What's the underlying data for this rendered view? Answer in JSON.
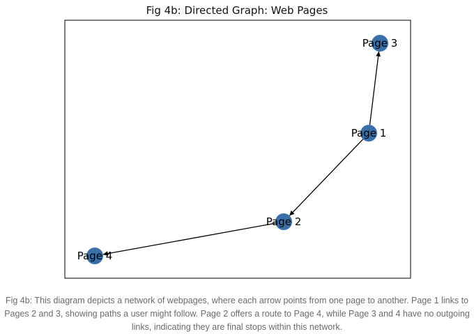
{
  "figure": {
    "title": "Fig 4b: Directed Graph: Web Pages",
    "caption": "Fig 4b: This diagram depicts a network of webpages, where each arrow points from one page to another. Page 1 links to Pages 2 and 3, showing paths a user might follow. Page 2 offers a route to Page 4, while Page 3 and 4 have no outgoing links, indicating they are final stops within this network."
  },
  "graph": {
    "directed": true,
    "node_color": "#3a6fa8",
    "edge_color": "#000000",
    "nodes": [
      {
        "id": "page1",
        "label": "Page 1"
      },
      {
        "id": "page2",
        "label": "Page 2"
      },
      {
        "id": "page3",
        "label": "Page 3"
      },
      {
        "id": "page4",
        "label": "Page 4"
      }
    ],
    "edges": [
      {
        "from": "page1",
        "to": "page3"
      },
      {
        "from": "page1",
        "to": "page2"
      },
      {
        "from": "page2",
        "to": "page4"
      }
    ]
  }
}
